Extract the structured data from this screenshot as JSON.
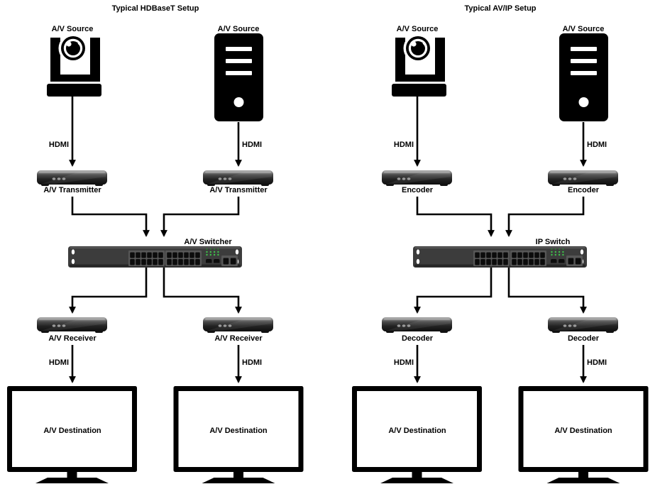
{
  "page": {
    "description": "Comparison diagram of HDBaseT versus AV over IP signal chains"
  },
  "colors": {
    "line": "#000000",
    "icon_black": "#000000",
    "switch_body": "#3c3c3c",
    "port_panel": "#575757",
    "port_black": "#0c0c0c",
    "led_green_bright": "#3ec24a",
    "led_green_dim": "#2e6b31",
    "device_top_gray": "#a8a8a8",
    "device_bottom_black": "#0f0f0f",
    "screen_white": "#ffffff",
    "text": "#000000",
    "background": "#ffffff"
  },
  "diagrams": [
    {
      "title": "Typical HDBaseT Setup",
      "camera_source_label": "A/V Source",
      "computer_source_label": "A/V Source",
      "cable_label": "HDMI",
      "transmit_device_label": "A/V Transmitter",
      "switch_label": "A/V Switcher",
      "receive_device_label": "A/V Receiver",
      "destination_label": "A/V Destination"
    },
    {
      "title": "Typical AV/IP Setup",
      "camera_source_label": "A/V Source",
      "computer_source_label": "A/V Source",
      "cable_label": "HDMI",
      "transmit_device_label": "Encoder",
      "switch_label": "IP Switch",
      "receive_device_label": "Decoder",
      "destination_label": "A/V Destination"
    }
  ]
}
